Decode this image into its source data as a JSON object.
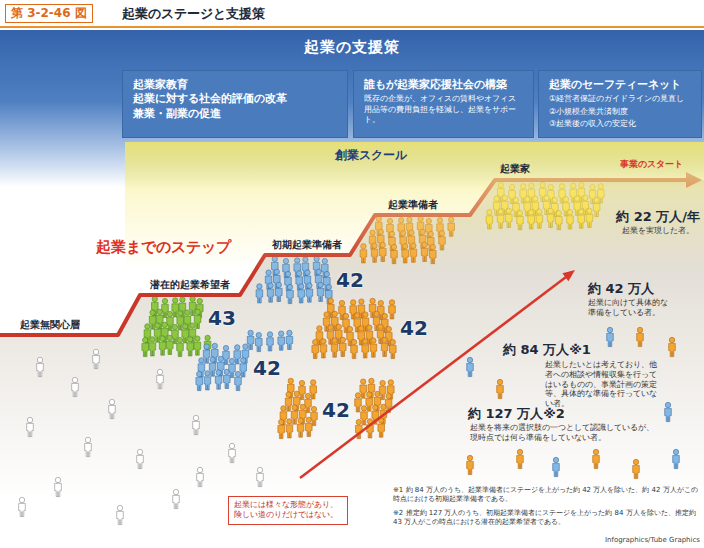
{
  "diagram": {
    "title": "起業のステージと支援策",
    "nodes": [
      {
        "text": [
          "起業の支援策"
        ]
      },
      {
        "text": [
          "起業家教育",
          "起業に対する社会的評価の改革",
          "兼業・副業の促進"
        ],
        "in": 0
      },
      {
        "text": [
          "誰もが起業家応援社会の構築",
          "既存の企業が、オフィスの賃料やオフィス用品等の費用負担を軽減し、起業をサポート。"
        ],
        "in": 0
      },
      {
        "text": [
          "起業のセーフティーネット",
          "①経営者保証のガイドラインの見直し",
          "②小規模企業共済制度",
          "③起業後の収入の安定化"
        ],
        "in": 0
      },
      {
        "text": [
          "創業スクール"
        ],
        "in": 0
      },
      {
        "text": [
          "起業には様々な形態があり、険しい道のりだけではない。"
        ]
      }
    ],
    "labels": [
      "第 3-2-46 図",
      "起業までのステップ",
      "起業無関心層",
      "潜在的起業希望者",
      "初期起業準備者",
      "起業準備者",
      "起業家",
      "事業のスタート",
      "43",
      "42",
      "42",
      "42",
      "42",
      "約 22 万人/年",
      "起業を実現した者。",
      "約 42 万人",
      "起業に向けて具体的な準備をしている者。",
      "約 84 万人※1",
      "起業したいとは考えており、他者への相談や情報収集を行ってはいるものの、事業計画の策定等、具体的な準備を行っていない者。",
      "約 127 万人※2",
      "起業を将来の選択肢の一つとして認識しているが、現時点では何ら準備をしていない者。",
      "※1 約 84 万人のうち、起業準備者にステージを上がった約 42 万人を除いた、約 42 万人がこの時点における初期起業準備者である。",
      "※2 推定約 127 万人のうち、初期起業準備者にステージを上がった約 84 万人を除いた、推定約 43 万人がこの時点における潜在的起業希望者である。",
      "Infographics/Tube Graphics"
    ]
  }
}
